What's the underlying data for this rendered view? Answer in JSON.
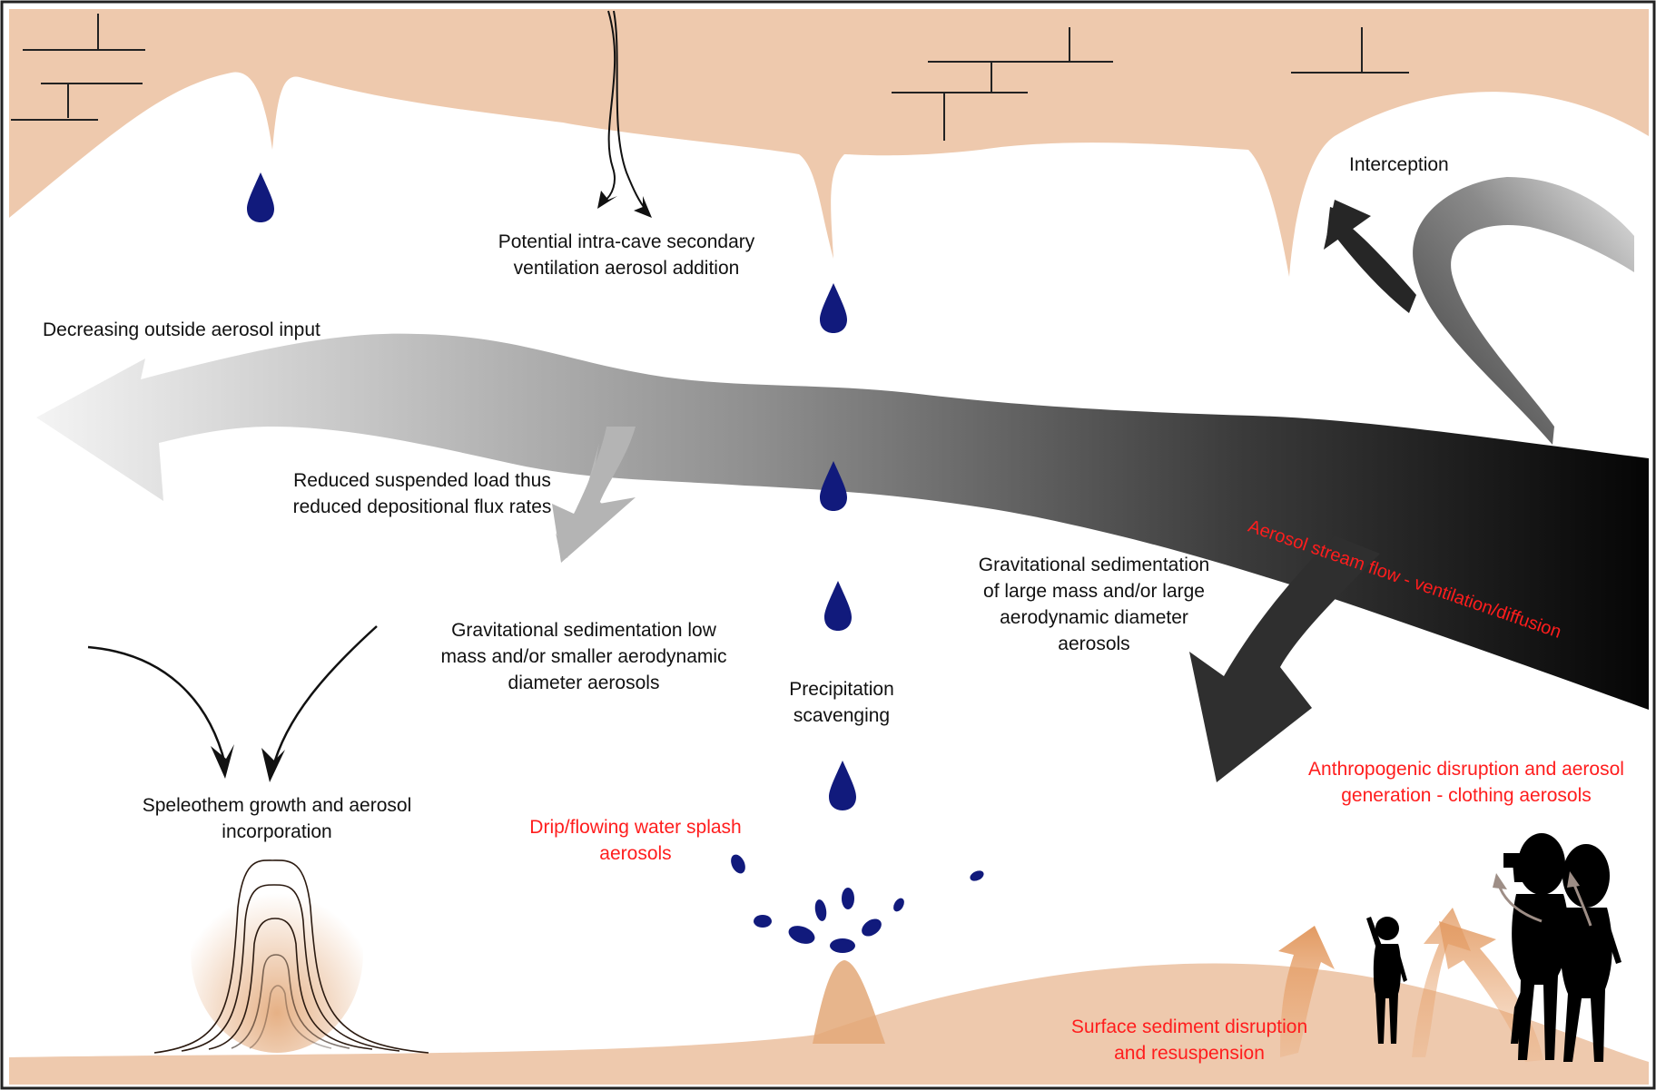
{
  "colors": {
    "rock": "#eec9ad",
    "water": "#111a7c",
    "red_text": "#ff1d1d",
    "arrow_light": "#d9d9d9",
    "arrow_dark": "#0d0d0d",
    "orange_arrow": "#e29a62",
    "figures": "#000000"
  },
  "labels": {
    "intra_cave_line1": "Potential intra-cave secondary",
    "intra_cave_line2": "ventilation aerosol addition",
    "decreasing_input": "Decreasing outside aerosol input",
    "interception": "Interception",
    "reduced_line1": "Reduced suspended load thus",
    "reduced_line2": "reduced depositional flux rates",
    "aerosol_stream": "Aerosol stream flow - ventilation/diffusion",
    "grav_small_line1": "Gravitational  sedimentation low",
    "grav_small_line2": "mass and/or smaller aerodynamic",
    "grav_small_line3": "diameter aerosols",
    "grav_large_line1": "Gravitational  sedimentation",
    "grav_large_line2": "of large mass and/or large",
    "grav_large_line3": "aerodynamic diameter",
    "grav_large_line4": "aerosols",
    "precip_line1": "Precipitation",
    "precip_line2": "scavenging",
    "speleothem_line1": "Speleothem growth and aerosol",
    "speleothem_line2": "incorporation",
    "drip_line1": "Drip/flowing water splash",
    "drip_line2": "aerosols",
    "anthro_line1": "Anthropogenic  disruption and aerosol",
    "anthro_line2": "generation - clothing aerosols",
    "surface_line1": "Surface sediment disruption",
    "surface_line2": "and resuspension"
  }
}
